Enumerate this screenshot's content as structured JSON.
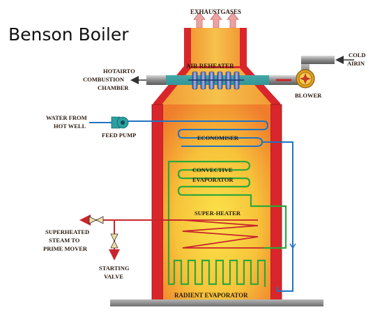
{
  "title": "Benson Boiler",
  "labels": {
    "exhaust": "EXHAUSTGASES",
    "cold_air_1": "COLD",
    "cold_air_2": "AIRIN",
    "blower": "BLOWER",
    "hot_air_1": "HOTAIRTO",
    "hot_air_2": "COMBUSTION",
    "hot_air_3": "CHAMBER",
    "air_reheater": "AIR REHEATER",
    "water_1": "WATER FROM",
    "water_2": "HOT WELL",
    "feed_pump": "FEED PUMP",
    "economiser": "ECONOMISER",
    "convective_1": "CONVECTIVE",
    "convective_2": "EVAPORATOR",
    "super_heater": "SUPER-HEATER",
    "steam_1": "SUPERHEATED",
    "steam_2": "STEAM  TO",
    "steam_3": "PRIME MOVER",
    "starting_1": "STARTING",
    "starting_2": "VALVE",
    "radient": "RADIENT  EVAPORATOR"
  },
  "colors": {
    "wall": "#d9262b",
    "wall_edge": "#8e1315",
    "hot_core": "#f8d63a",
    "hot_edge": "#f07a2a",
    "water_pipe": "#1f74c4",
    "evaporator_pipe": "#2da83a",
    "steam_pipe": "#c8252b",
    "arrow_out": "#e9a0a0",
    "base": "#8a8a8a"
  }
}
